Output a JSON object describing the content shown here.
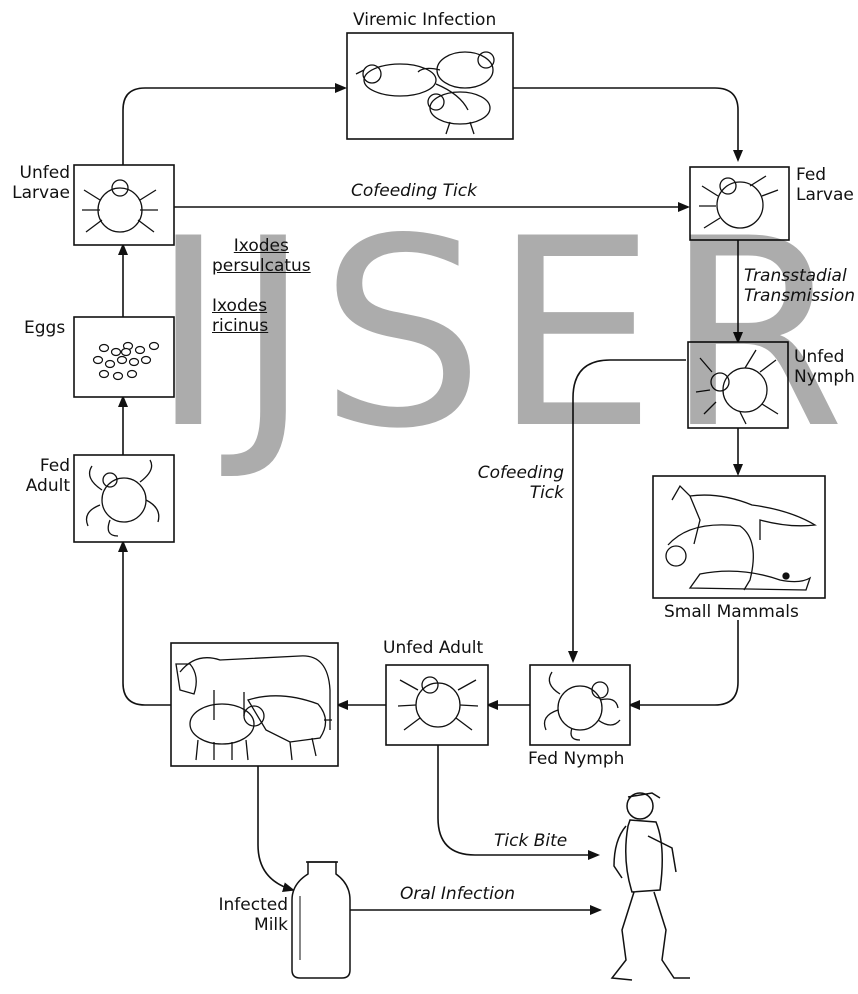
{
  "diagram": {
    "labels": {
      "viremic_infection": "Viremic Infection",
      "unfed_larvae": "Unfed\nLarvae",
      "fed_larvae": "Fed\nLarvae",
      "cofeeding_tick_top": "Cofeeding Tick",
      "ixodes_persulcatus": "Ixodes\npersulcatus",
      "ixodes_ricinus": "Ixodes\nricinus",
      "eggs": "Eggs",
      "fed_adult": "Fed\nAdult",
      "transstadial": "Transstadial\nTransmission",
      "unfed_nymph": "Unfed\nNymph",
      "cofeeding_tick_mid": "Cofeeding\nTick",
      "small_mammals": "Small Mammals",
      "unfed_adult": "Unfed Adult",
      "fed_nymph": "Fed Nymph",
      "tick_bite": "Tick Bite",
      "infected_milk": "Infected\nMilk",
      "oral_infection": "Oral Infection"
    },
    "watermark": "IJSER"
  }
}
